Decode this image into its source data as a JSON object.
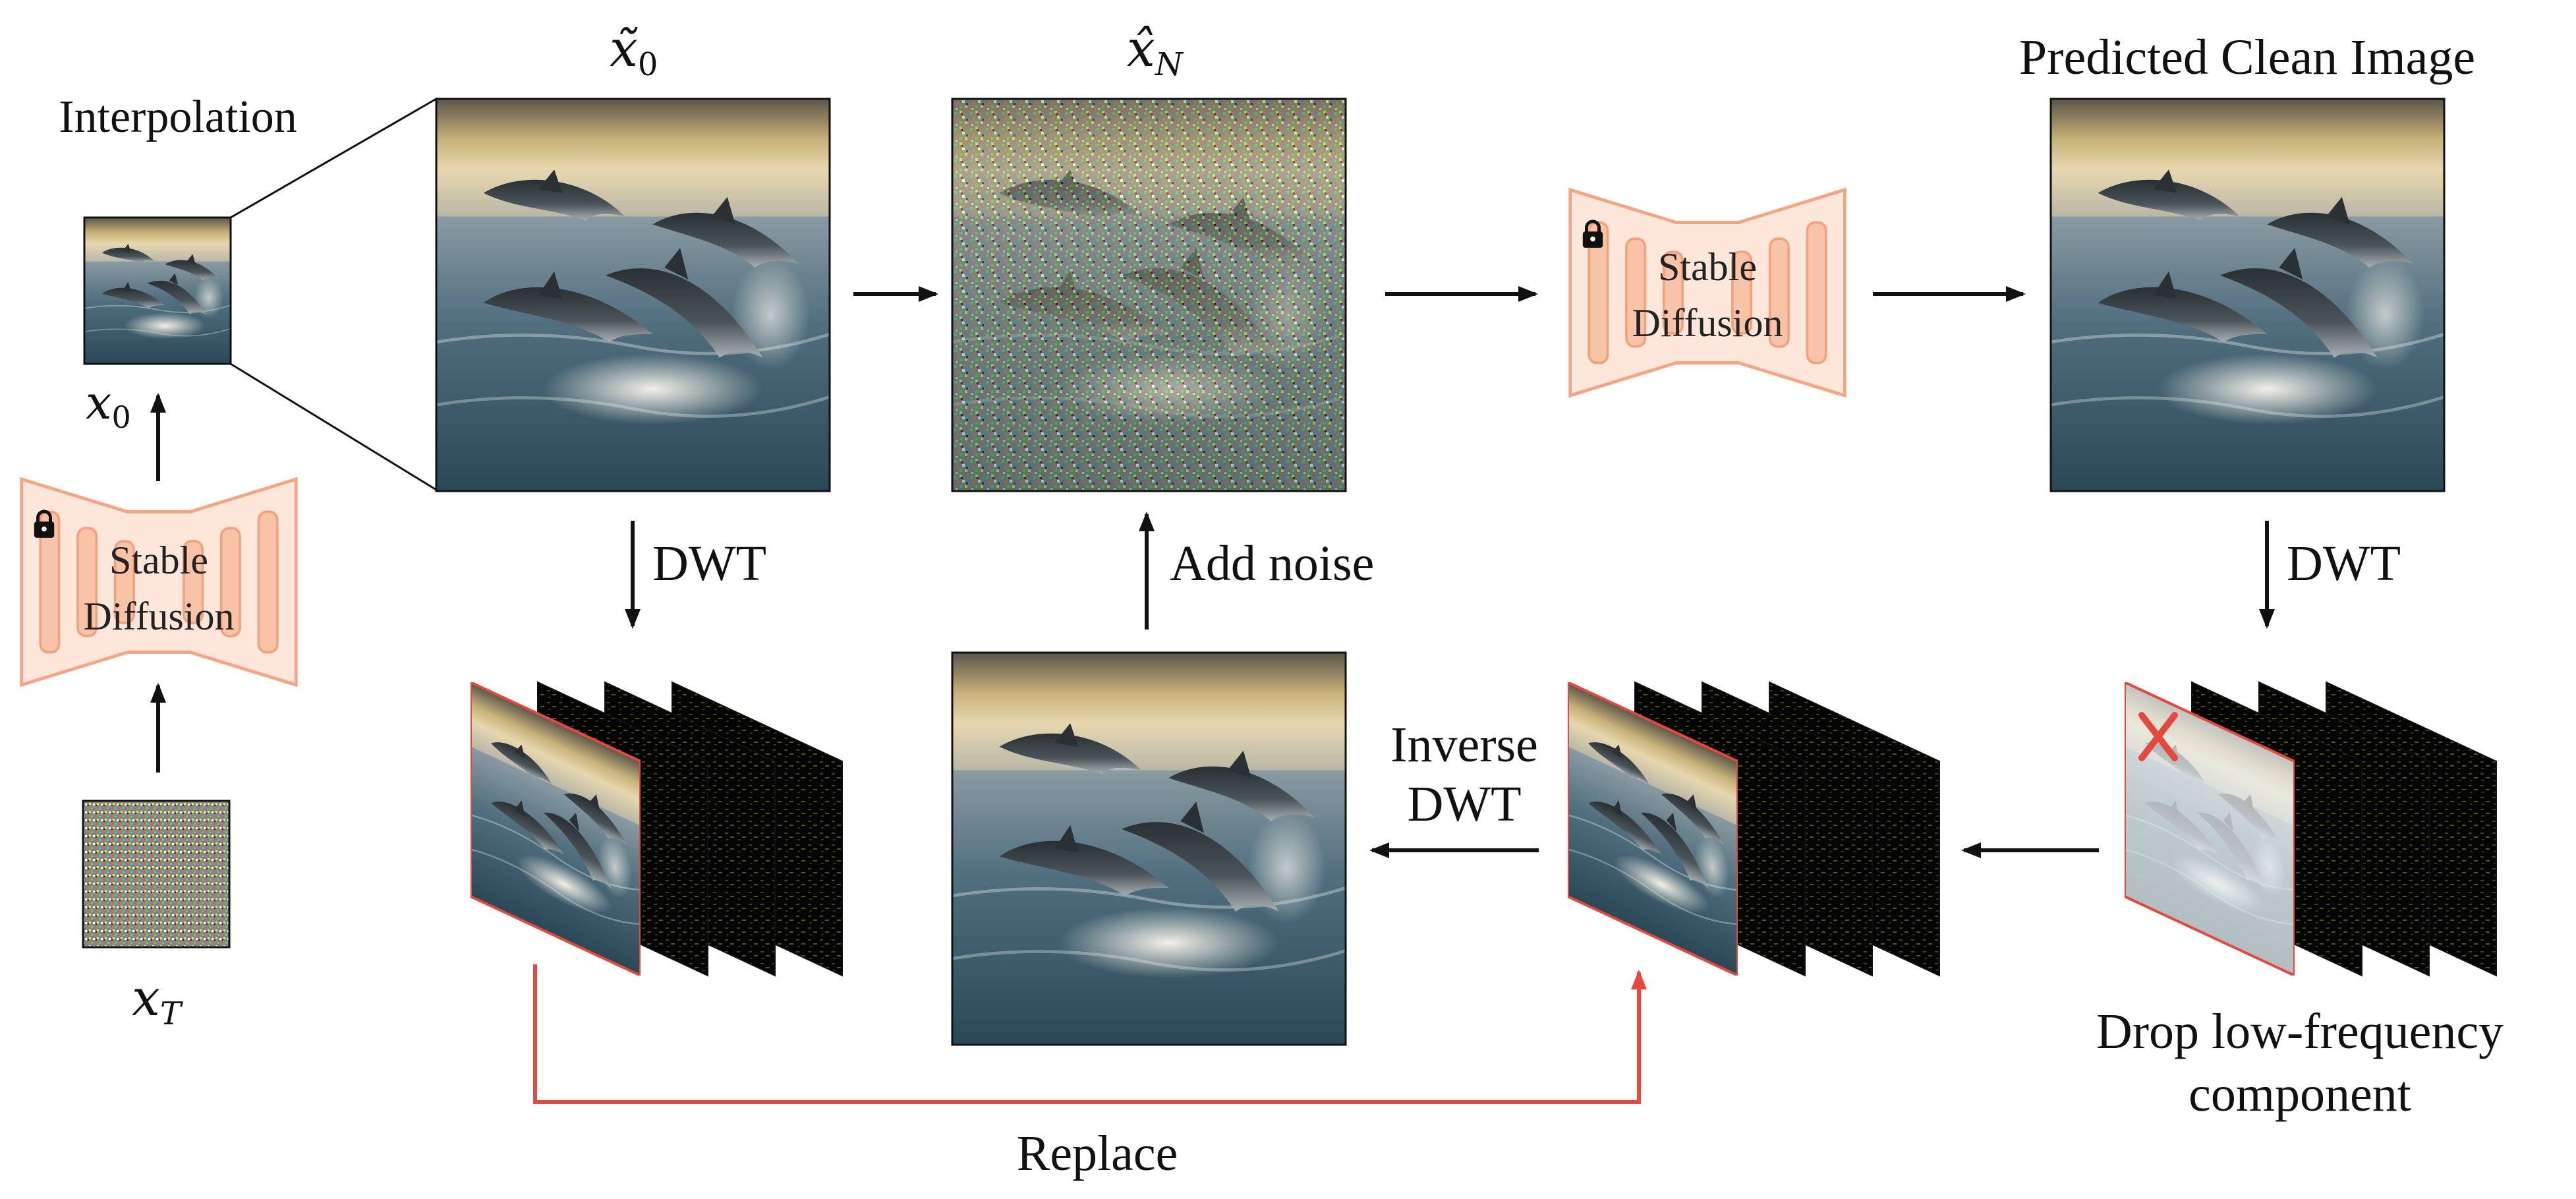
{
  "labels": {
    "interpolation": "Interpolation",
    "x0": "x",
    "x0_sub": "0",
    "xT": "x",
    "xT_sub": "T",
    "x0_tilde": "x̃",
    "x0_tilde_sub": "0",
    "xN_hat": "x̂",
    "xN_hat_sub": "N",
    "predicted_clean_image": "Predicted Clean Image",
    "dwt_left": "DWT",
    "add_noise": "Add noise",
    "dwt_right": "DWT",
    "inverse_dwt_line1": "Inverse",
    "inverse_dwt_line2": "DWT",
    "drop_line1": "Drop low-frequency",
    "drop_line2": "component",
    "replace": "Replace"
  },
  "stable_diffusion": {
    "line1": "Stable",
    "line2": "Diffusion"
  },
  "colors": {
    "red_accent": "#e5483d",
    "sd_fill": "#fde7db",
    "sd_stroke": "#f4a583",
    "sd_bar": "#f9c3a8",
    "arrow": "#111111"
  },
  "icons": {
    "lock": "lock-icon",
    "drop_mark": "cross-icon"
  }
}
